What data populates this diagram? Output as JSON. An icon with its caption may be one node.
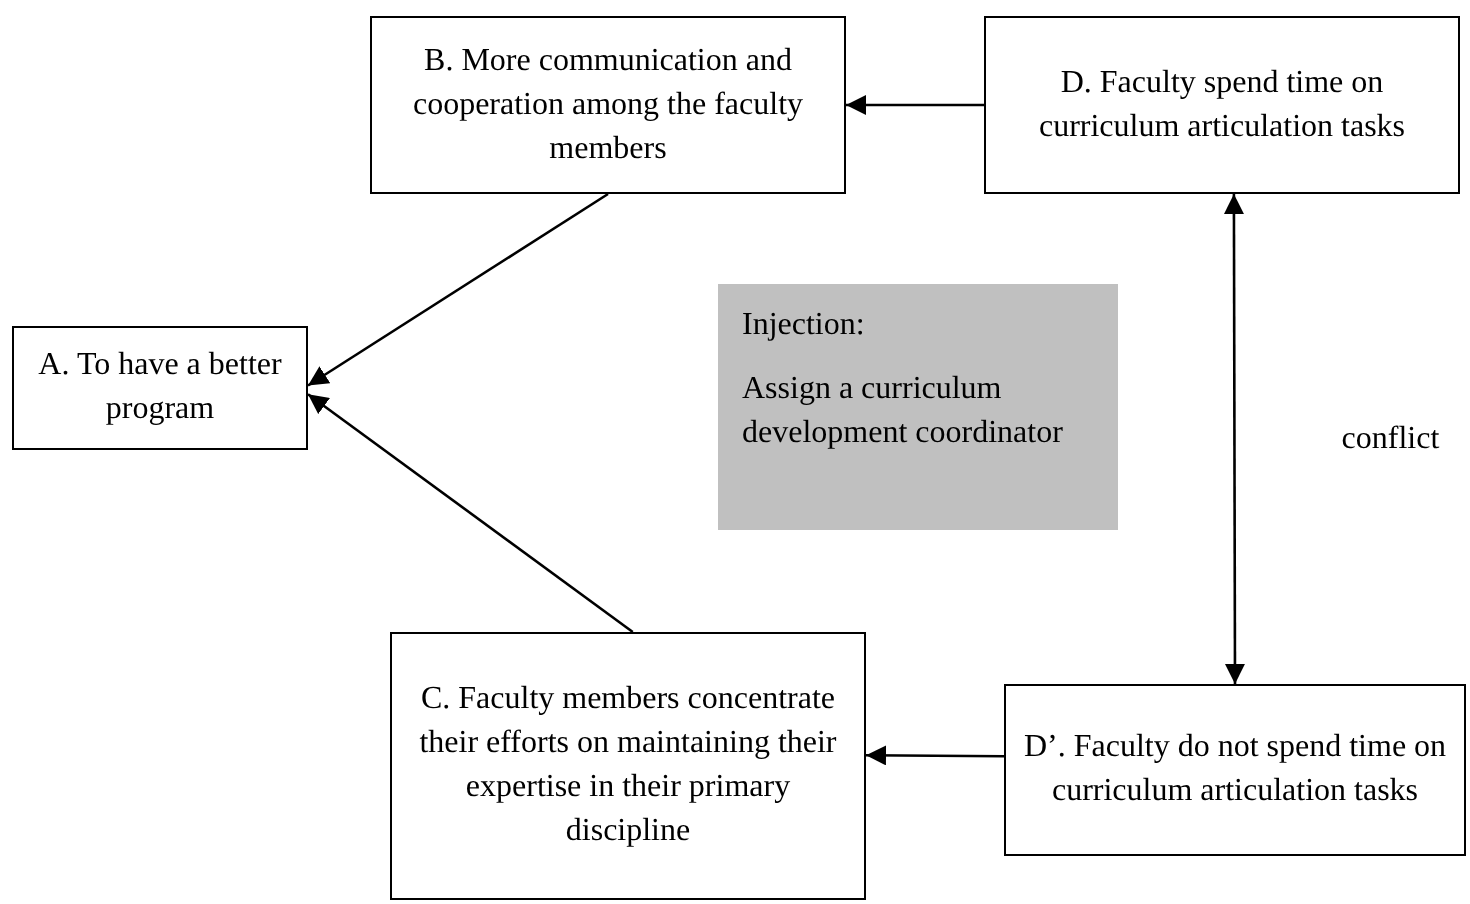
{
  "diagram": {
    "nodes": [
      {
        "text": [
          "B. More communication and cooperation among the faculty members"
        ]
      },
      {
        "text": [
          "D. Faculty spend time on curriculum articulation tasks"
        ]
      },
      {
        "text": [
          "A. To have a better program"
        ]
      },
      {
        "text": [
          "Injection:",
          "Assign a curriculum development coordinator"
        ]
      },
      {
        "text": [
          "C. Faculty members concentrate their efforts on maintaining their expertise in their primary discipline"
        ]
      },
      {
        "text": [
          "D’. Faculty do not spend time on curriculum articulation tasks"
        ]
      }
    ],
    "edges": [
      {
        "from": 1,
        "to": 0,
        "arrow": "to"
      },
      {
        "from": 0,
        "to": 2,
        "arrow": "to"
      },
      {
        "from": 4,
        "to": 2,
        "arrow": "to"
      },
      {
        "from": 5,
        "to": 4,
        "arrow": "to"
      },
      {
        "from": 1,
        "to": 5,
        "arrow": "both",
        "label": "conflict"
      }
    ]
  }
}
